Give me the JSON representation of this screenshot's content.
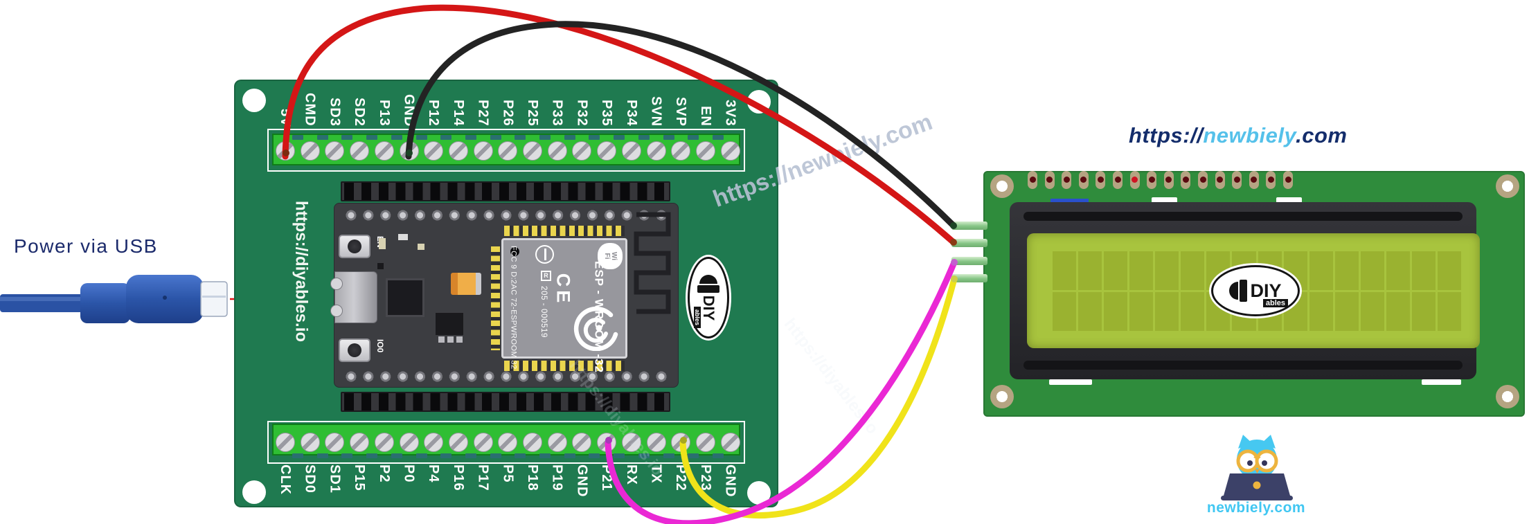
{
  "colors": {
    "background": "#ffffff",
    "expansion_board_green": "#1f7a50",
    "terminal_strip_green": "#2fbe33",
    "lcd_board_green": "#2f8c3c",
    "lcd_screen_green": "#a8c43e",
    "esp_pcb_gray": "#3c3d41",
    "navy_text": "#1b2a6b",
    "light_blue": "#55c1ea",
    "wire_red": "#d41616",
    "wire_black": "#232323",
    "wire_magenta": "#ea28d4",
    "wire_yellow": "#f0e31a"
  },
  "annotations": {
    "power_label": "Power via USB",
    "site_url_prefix": "https://",
    "site_url_name": "newbiely",
    "site_url_suffix": ".com",
    "diagonal_watermark": "https://newbiely.com",
    "board_side_url": "https://diyables.io",
    "pcb_watermark": "https://diyables.io"
  },
  "esp32_board": {
    "top_pins": [
      "5V",
      "CMD",
      "SD3",
      "SD2",
      "P13",
      "GND",
      "P12",
      "P14",
      "P27",
      "P26",
      "P25",
      "P33",
      "P32",
      "P35",
      "P34",
      "SVN",
      "SVP",
      "EN",
      "3V3"
    ],
    "bottom_pins": [
      "CLK",
      "SD0",
      "SD1",
      "P15",
      "P2",
      "P0",
      "P4",
      "P16",
      "P17",
      "P5",
      "P18",
      "P19",
      "GND",
      "P21",
      "RX",
      "TX",
      "P22",
      "P23",
      "GND"
    ],
    "en_button_label": "EN",
    "boot_button_label": "IO0",
    "module": {
      "fcc_line": "FCC 9 D:2AC 72-ESPWROOM 32",
      "reg_mark": "R",
      "serial_line": "205 - 000519",
      "name": "ESP - WROOM -32",
      "wifi_badge_line1": "Wi",
      "wifi_badge_line2": "Fi",
      "ce_mark": "CE"
    }
  },
  "lcd": {
    "pad_count": 16,
    "pad_highlight_index": 6,
    "char_cols": 16,
    "char_rows": 2,
    "side_pin_count": 4
  },
  "diyables_logo": {
    "brand": "DIY",
    "sub": "ables"
  },
  "wires": [
    {
      "name": "power-5v",
      "from": "5V",
      "color": "#d41616"
    },
    {
      "name": "ground",
      "from": "GND",
      "color": "#232323"
    },
    {
      "name": "scl",
      "from": "P22",
      "color": "#f0e31a"
    },
    {
      "name": "sda",
      "from": "P21",
      "color": "#ea28d4"
    }
  ],
  "footer_logo": {
    "text": "newbiely.com"
  }
}
